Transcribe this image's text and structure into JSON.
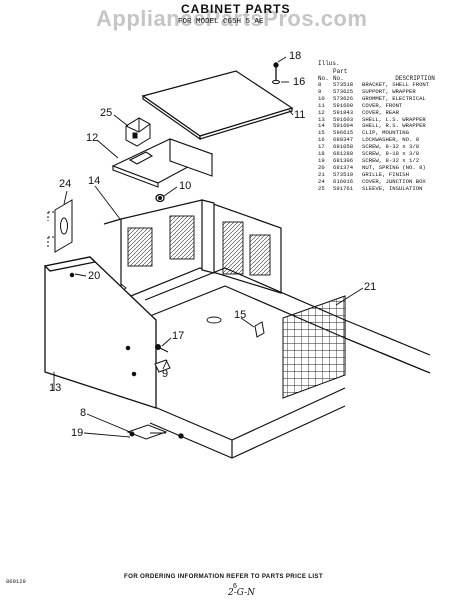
{
  "watermark": "AppliancePartsPros.com",
  "title": "CABINET PARTS",
  "model_line": "FOR MODEL CG5H 5 AE",
  "parts_list": {
    "illus_header": "Illus.",
    "no_header": "No.",
    "part_header": "Part\nNo.",
    "part_label": "Part",
    "part_no_label": "No.",
    "description_header": "DESCRIPTION",
    "rows": [
      {
        "no": "8",
        "part": "573518",
        "desc": "BRACKET, SHELL FRONT"
      },
      {
        "no": "9",
        "part": "573625",
        "desc": "SUPPORT, WRAPPER"
      },
      {
        "no": "10",
        "part": "573626",
        "desc": "GROMMET, ELECTRICAL"
      },
      {
        "no": "11",
        "part": "591600",
        "desc": "COVER, FRONT"
      },
      {
        "no": "12",
        "part": "591843",
        "desc": "COVER, REAR"
      },
      {
        "no": "13",
        "part": "591603",
        "desc": "SHELL, L.S. WRAPPER"
      },
      {
        "no": "14",
        "part": "591604",
        "desc": "SHELL, R.S. WRAPPER"
      },
      {
        "no": "15",
        "part": "596615",
        "desc": "CLIP, MOUNTING"
      },
      {
        "no": "16",
        "part": "680347",
        "desc": "LOCKWASHER, NO. 8"
      },
      {
        "no": "17",
        "part": "681058",
        "desc": "SCREW, 8-32 x 3/8"
      },
      {
        "no": "18",
        "part": "681288",
        "desc": "SCREW, 8-18 x 3/8"
      },
      {
        "no": "19",
        "part": "681306",
        "desc": "SCREW, 8-32 x 1/2"
      },
      {
        "no": "20",
        "part": "681374",
        "desc": "NUT, SPRING (NO. 8)"
      },
      {
        "no": "21",
        "part": "573519",
        "desc": "GRILLE, FINISH"
      },
      {
        "no": "24",
        "part": "616016",
        "desc": "COVER, JUNCTION BOX"
      },
      {
        "no": "25",
        "part": "591761",
        "desc": "SLEEVE, INSULATION"
      }
    ]
  },
  "callouts": {
    "c18": "18",
    "c16": "16",
    "c11": "11",
    "c25": "25",
    "c12": "12",
    "c10": "10",
    "c24": "24",
    "c14": "14",
    "c20": "20",
    "c21": "21",
    "c15": "15",
    "c17": "17",
    "c9": "9",
    "c13": "13",
    "c8": "8",
    "c19": "19"
  },
  "footer_note": "FOR ORDERING INFORMATION REFER TO PARTS PRICE LIST",
  "doc_code": "869129",
  "page_number": "6",
  "handwritten_code": "2-G-N"
}
